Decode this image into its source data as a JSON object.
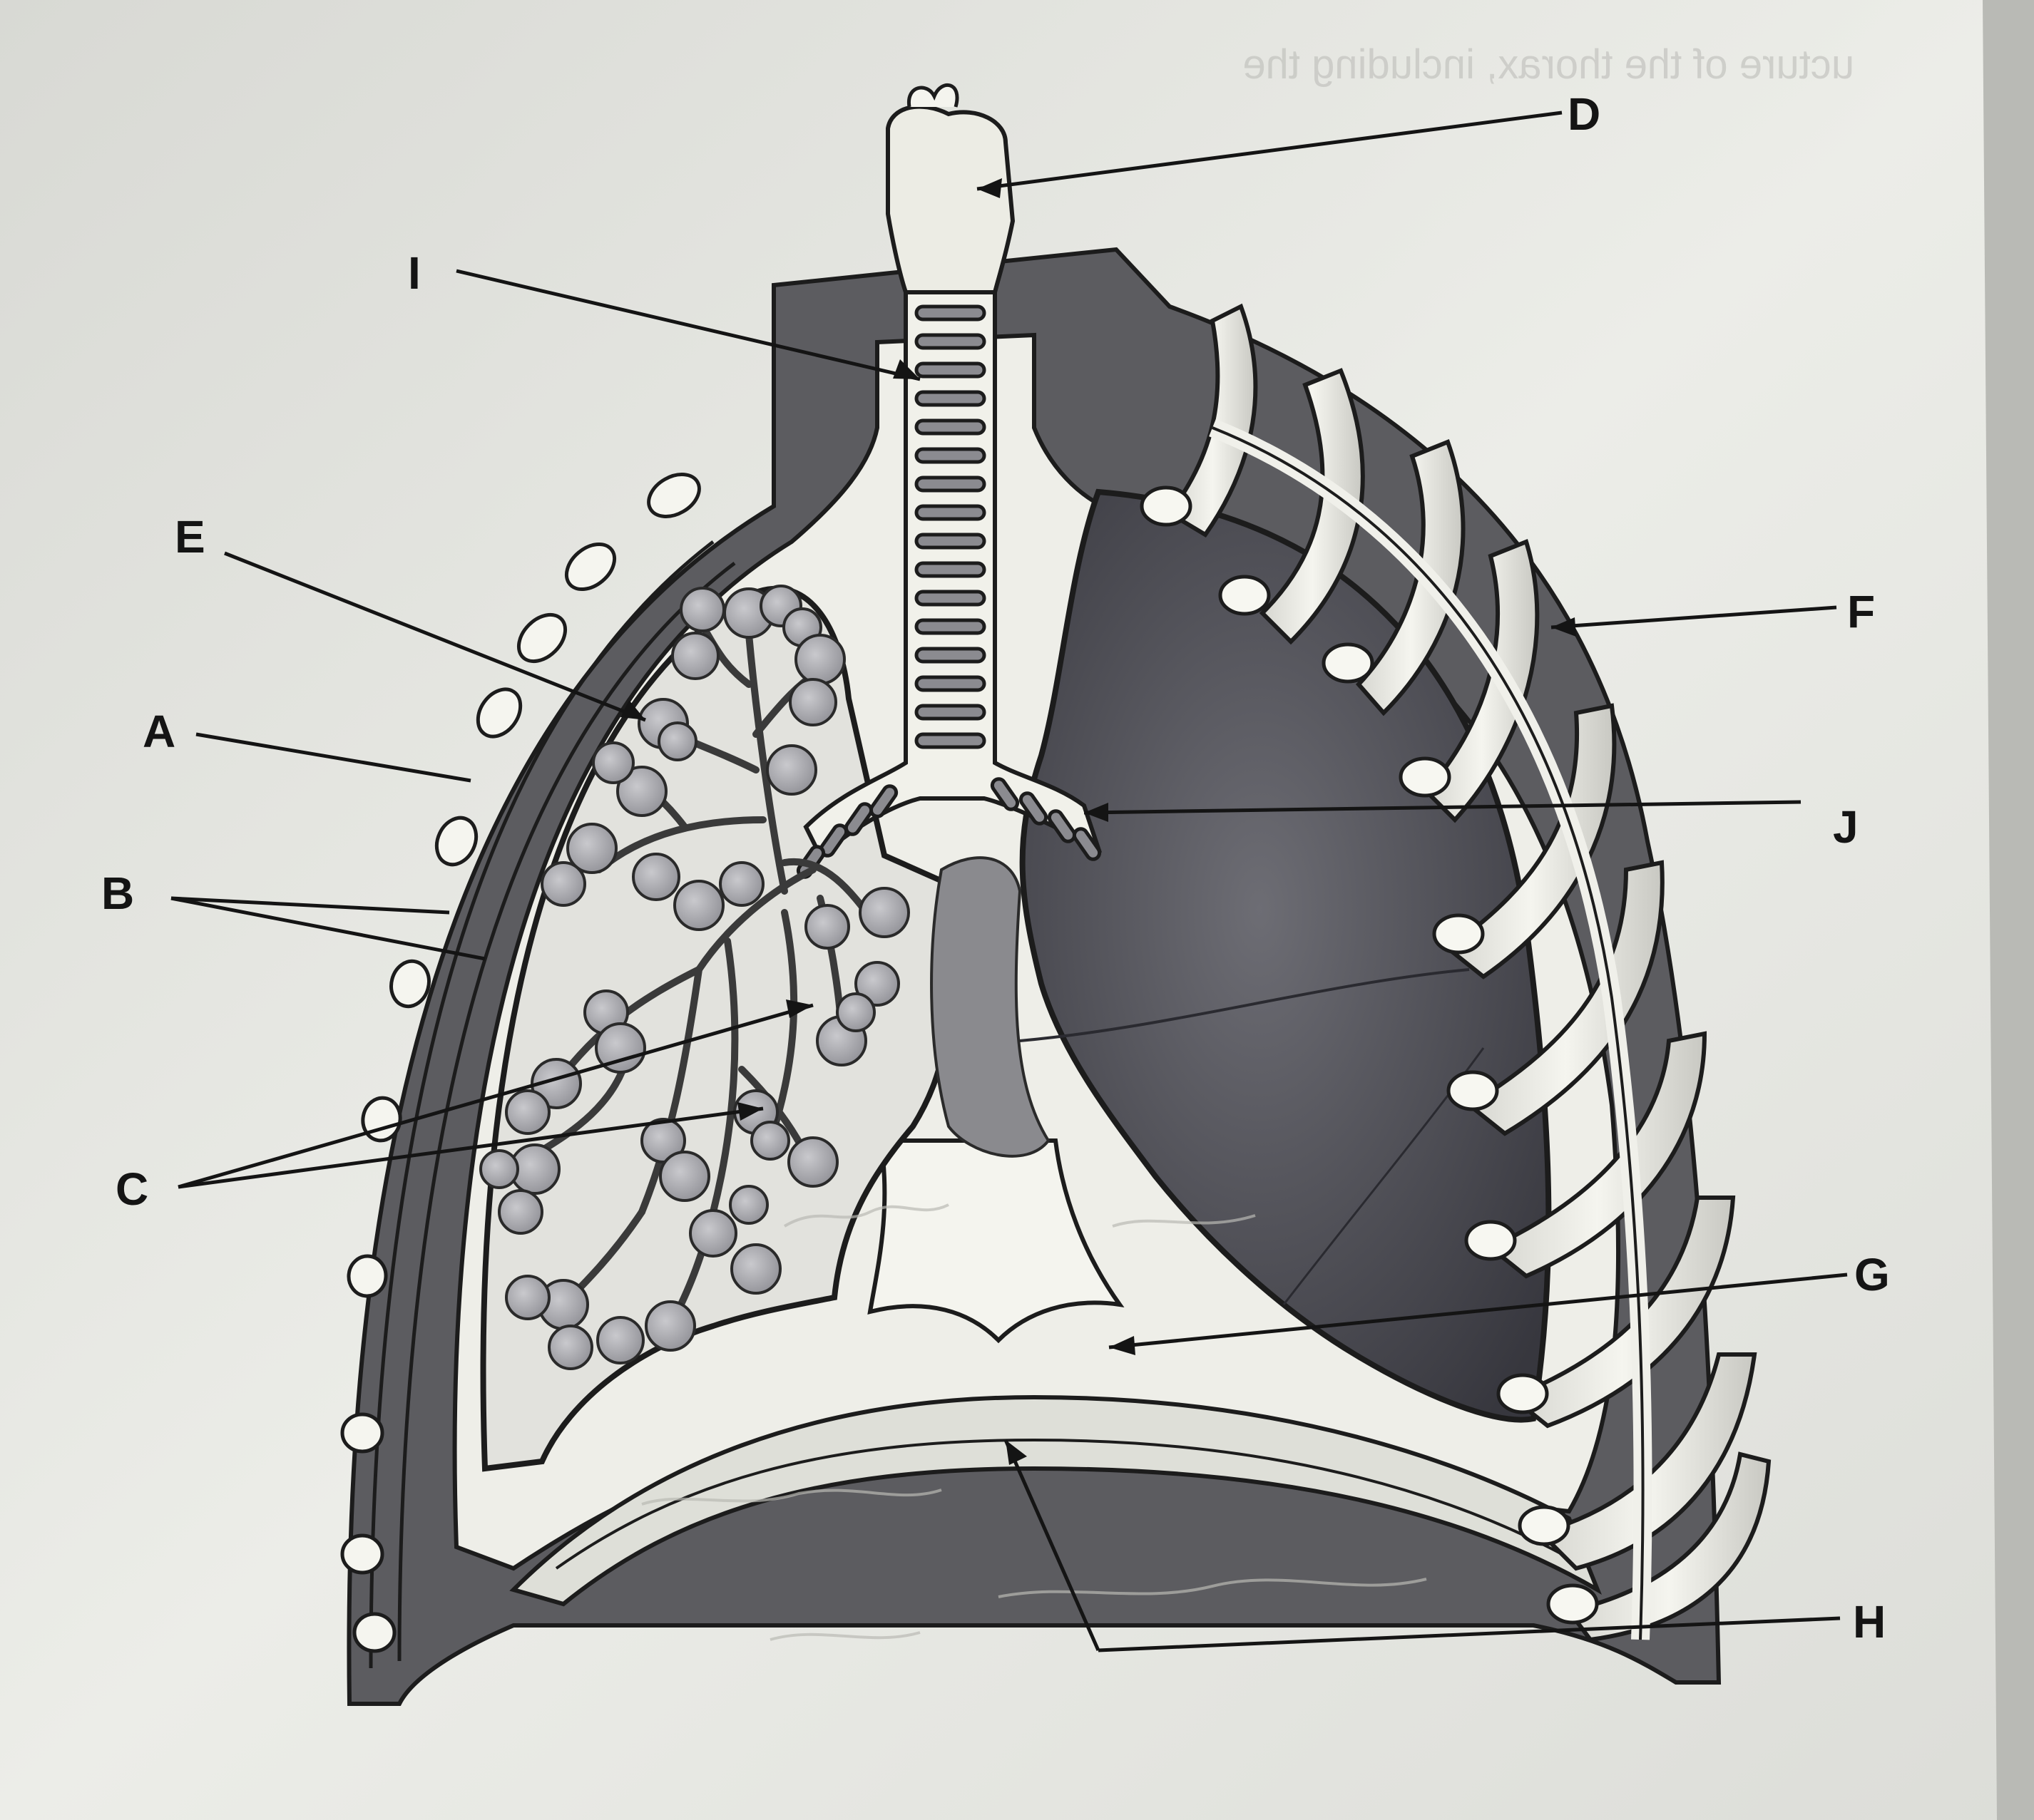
{
  "figure": {
    "type": "labelled anatomical diagram of the human thorax",
    "labels": {
      "A": "A",
      "B": "B",
      "C": "C",
      "D": "D",
      "E": "E",
      "F": "F",
      "G": "G",
      "H": "H",
      "I": "I",
      "J": "J"
    }
  },
  "colors": {
    "paper": "#e9eae5",
    "thorax_wall": "#5c5c60",
    "pleura": "#f1f1ea",
    "lung_dark": "#4a4a52",
    "lung_light": "#e4e4df",
    "alveoli": "#a7a7ac",
    "ink": "#141414"
  },
  "icons": [
    "trachea",
    "bronchi",
    "alveoli-cluster",
    "rib",
    "heart",
    "diaphragm"
  ]
}
